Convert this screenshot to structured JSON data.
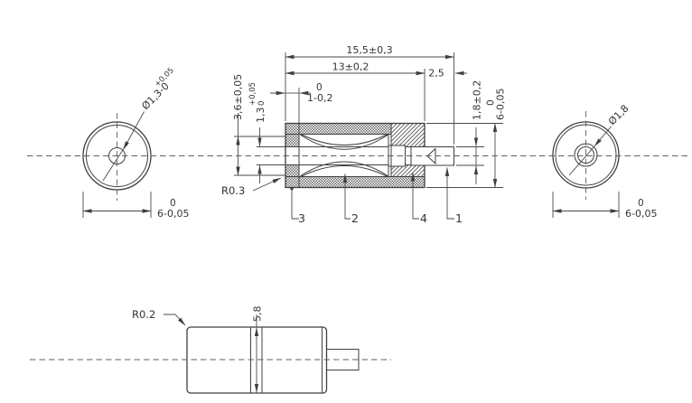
{
  "colors": {
    "line": "#3f3f3f",
    "centerline": "#5f5f5f",
    "hatch": "#565656",
    "background": "#ffffff"
  },
  "views": {
    "left_end_view": {
      "bore_diameter_main": "Ø1,3-0",
      "bore_diameter_upper_tol": "+0,05",
      "outer_diameter_upper_tol": "0",
      "outer_diameter": "6-0,05"
    },
    "section_view": {
      "overall_length": "15,5±0,3",
      "body_length": "13±0,2",
      "pin_protrusion": "2,5",
      "cap_thickness_upper_tol": "0",
      "cap_thickness": "1-0,2",
      "waist_diameter": "3,6±0,05",
      "bore_diameter_main": "1,3",
      "bore_diameter_upper_tol": "+0,05",
      "bore_diameter_lower_tol": "0",
      "pin_diameter": "1,8±0,2",
      "outer_diameter_upper_tol": "0",
      "outer_diameter": "6-0,05",
      "fillet_radius": "R0.3",
      "part_labels": [
        "3",
        "2",
        "4",
        "1"
      ]
    },
    "right_end_view": {
      "pin_diameter": "Ø1,8",
      "outer_diameter_upper_tol": "0",
      "outer_diameter": "6-0,05"
    },
    "side_view": {
      "corner_radius": "R0.2",
      "waist_diameter": "5,8"
    }
  }
}
